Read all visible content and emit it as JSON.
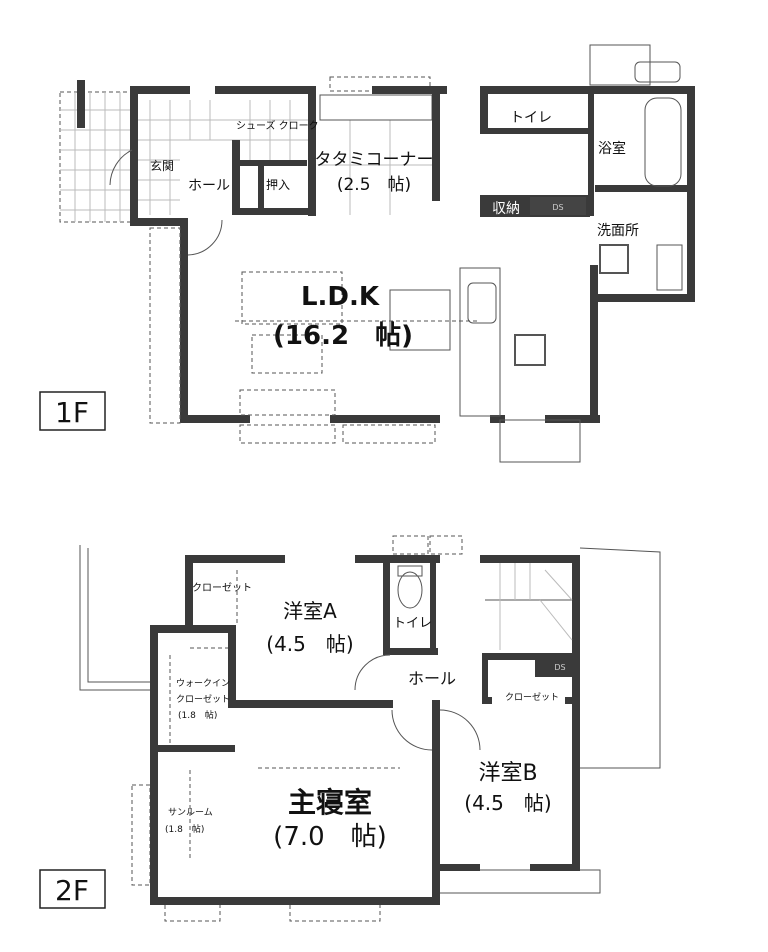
{
  "floor1": {
    "floor_label": "1F",
    "rooms": {
      "shoes_cloak": "シューズ クローク",
      "tatami": "タタミコーナー",
      "tatami_size": "(2.5　帖)",
      "entrance": "玄関",
      "hall": "ホール",
      "oshiire": "押入",
      "toilet": "トイレ",
      "bath": "浴室",
      "storage": "収納",
      "ds": "DS",
      "washroom": "洗面所",
      "ldk": "L.D.K",
      "ldk_size": "(16.2　帖)"
    }
  },
  "floor2": {
    "floor_label": "2F",
    "rooms": {
      "closet_a": "クローゼット",
      "room_a": "洋室A",
      "room_a_size": "(4.5　帖)",
      "toilet": "トイレ",
      "hall": "ホール",
      "wic_1": "ウォークイン",
      "wic_2": "クローゼット",
      "wic_size": "(1.8　帖)",
      "closet_b": "クローゼット",
      "ds": "DS",
      "master": "主寝室",
      "master_size": "(7.0　帖)",
      "sunroom": "サンルーム",
      "sunroom_size": "(1.8　帖)",
      "room_b": "洋室B",
      "room_b_size": "(4.5　帖)"
    }
  }
}
